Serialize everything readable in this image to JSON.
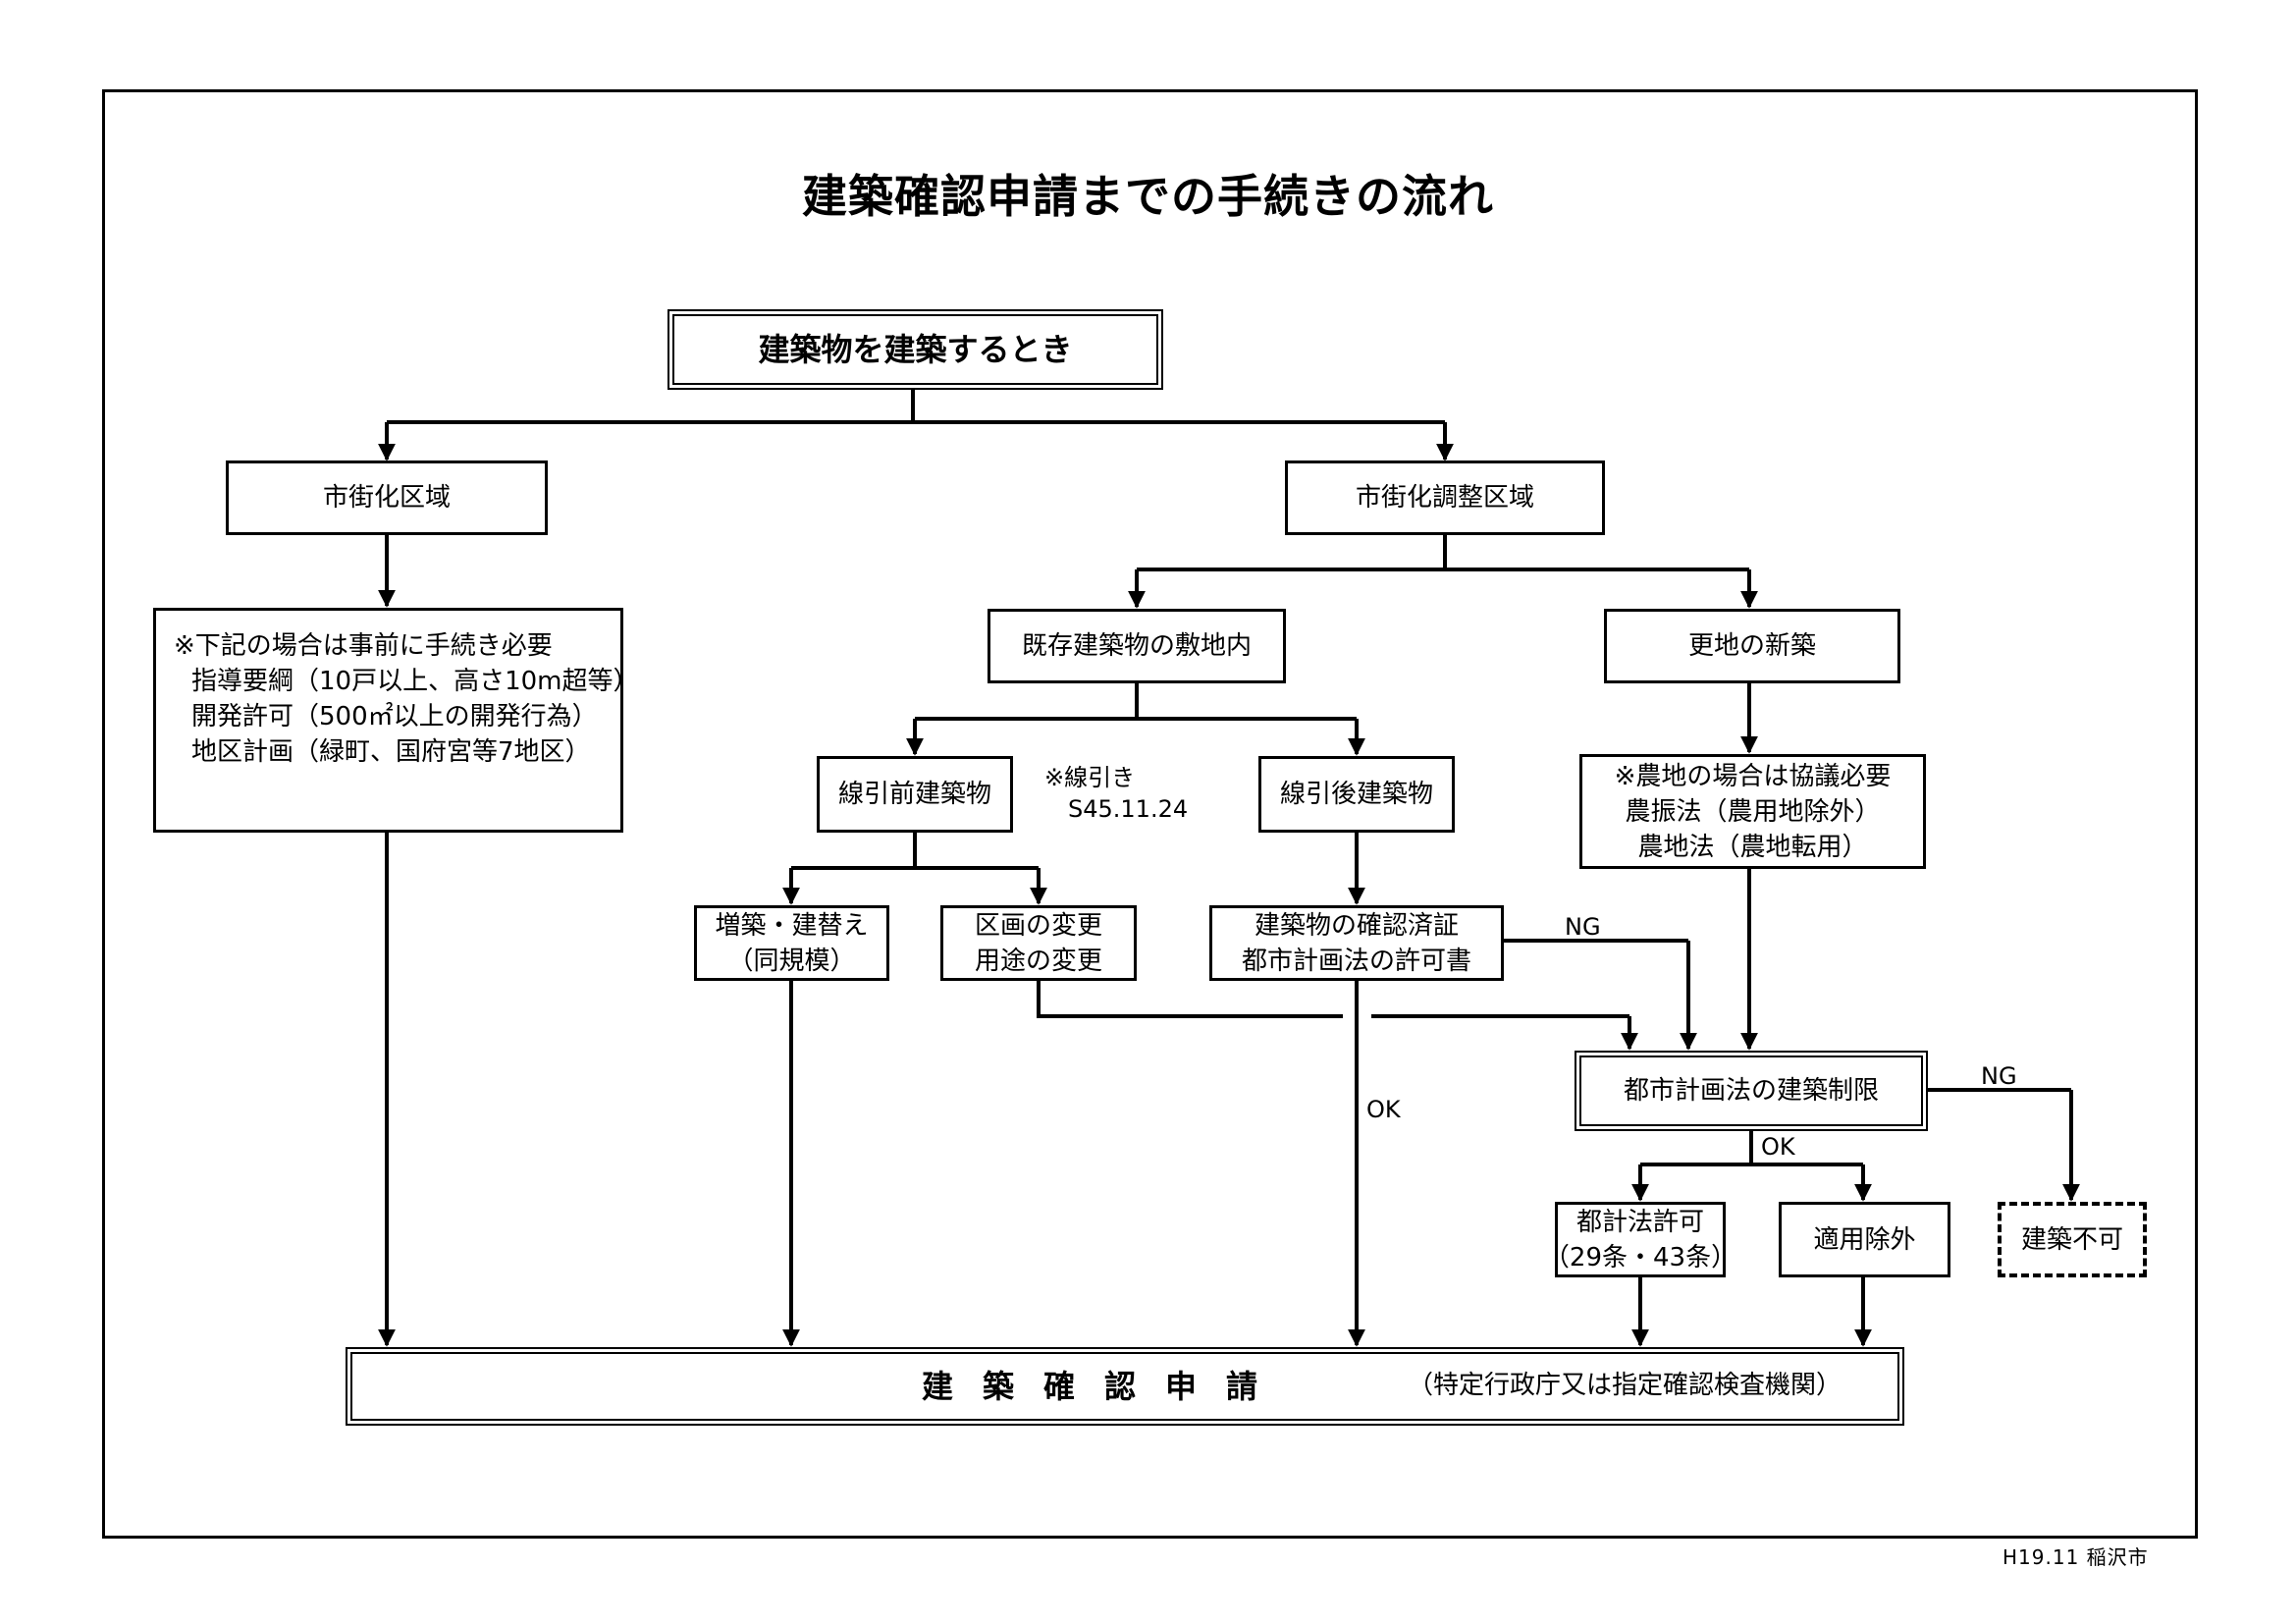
{
  "title": "建築確認申請までの手続きの流れ",
  "start": "建築物を建築するとき",
  "urbanized": "市街化区域",
  "urbanized_note": [
    "※下記の場合は事前に手続き必要",
    "指導要綱（10戸以上、高さ10m超等）",
    "開発許可（500㎡以上の開発行為）",
    "地区計画（緑町、国府宮等7地区）"
  ],
  "control": "市街化調整区域",
  "existing_site": "既存建築物の敷地内",
  "new_land": "更地の新築",
  "pre_line": "線引前建築物",
  "line_note": [
    "※線引き",
    "S45.11.24"
  ],
  "post_line": "線引後建築物",
  "farmland_note": [
    "※農地の場合は協議必要",
    "農振法（農用地除外）",
    "農地法（農地転用）"
  ],
  "extension": [
    "増築・建替え",
    "（同規模）"
  ],
  "change": [
    "区画の変更",
    "用途の変更"
  ],
  "confirmation": [
    "建築物の確認済証",
    "都市計画法の許可書"
  ],
  "restriction": "都市計画法の建築制限",
  "permit": [
    "都計法許可",
    "（29条・43条）"
  ],
  "exemption": "適用除外",
  "not_allowed": "建築不可",
  "final_main": "建築確認申請",
  "final_sub": "（特定行政庁又は指定確認検査機関）",
  "labels": {
    "ng1": "NG",
    "ok1": "OK",
    "ng2": "NG",
    "ok2": "OK"
  },
  "footer": "H19.11 稲沢市"
}
